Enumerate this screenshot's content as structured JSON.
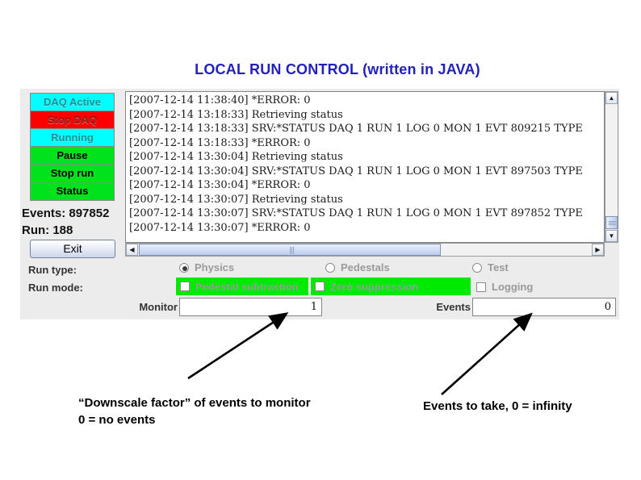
{
  "title": "LOCAL RUN CONTROL (written in JAVA)",
  "sidebar": {
    "buttons": [
      {
        "label": "DAQ Active",
        "color": "#00ffff",
        "enabled": false
      },
      {
        "label": "Stop DAQ",
        "color": "#fd0000",
        "enabled": false
      },
      {
        "label": "Running",
        "color": "#00ffff",
        "enabled": false
      },
      {
        "label": "Pause",
        "color": "#00e21c",
        "enabled": true
      },
      {
        "label": "Stop run",
        "color": "#00e21c",
        "enabled": true
      },
      {
        "label": "Status",
        "color": "#00e21c",
        "enabled": true
      }
    ],
    "events_counter": "Events: 897852",
    "run_counter": "Run: 188",
    "exit_label": "Exit"
  },
  "log": {
    "lines": [
      "[2007-12-14 11:38:40] *ERROR: 0",
      "[2007-12-14 13:18:33] Retrieving status",
      "[2007-12-14 13:18:33] SRV:*STATUS DAQ 1 RUN 1 LOG 0 MON 1 EVT 809215 TYPE",
      "[2007-12-14 13:18:33] *ERROR: 0",
      "[2007-12-14 13:30:04] Retrieving status",
      "[2007-12-14 13:30:04] SRV:*STATUS DAQ 1 RUN 1 LOG 0 MON 1 EVT 897503 TYPE",
      "[2007-12-14 13:30:04] *ERROR: 0",
      "[2007-12-14 13:30:07] Retrieving status",
      "[2007-12-14 13:30:07] SRV:*STATUS DAQ 1 RUN 1 LOG 0 MON 1 EVT 897852 TYPE",
      "[2007-12-14 13:30:07] *ERROR: 0"
    ]
  },
  "icons": {
    "up": "▲",
    "down": "▼",
    "left": "◀",
    "right": "▶"
  },
  "run_type": {
    "label": "Run type:",
    "options": [
      {
        "label": "Physics",
        "selected": true
      },
      {
        "label": "Pedestals",
        "selected": false
      },
      {
        "label": "Test",
        "selected": false
      }
    ]
  },
  "run_mode": {
    "label": "Run mode:",
    "options": [
      {
        "label": "Pedestal subtraction",
        "checked": false,
        "highlighted": true
      },
      {
        "label": "Zero suppression",
        "checked": false,
        "highlighted": true
      },
      {
        "label": "Logging",
        "checked": false,
        "highlighted": false
      }
    ]
  },
  "monitor": {
    "label": "Monitor",
    "value": "1"
  },
  "events": {
    "label": "Events",
    "value": "0"
  },
  "annotations": {
    "monitor_note_line1": "“Downscale factor” of events to monitor",
    "monitor_note_line2": "0 = no events",
    "events_note": "Events to take, 0 = infinity"
  },
  "colors": {
    "title_blue": "#2222bb",
    "button_cyan": "#00ffff",
    "button_red": "#fd0000",
    "button_green": "#00e21c",
    "highlight_green": "#00ea00",
    "panel_gray": "#ececec"
  }
}
